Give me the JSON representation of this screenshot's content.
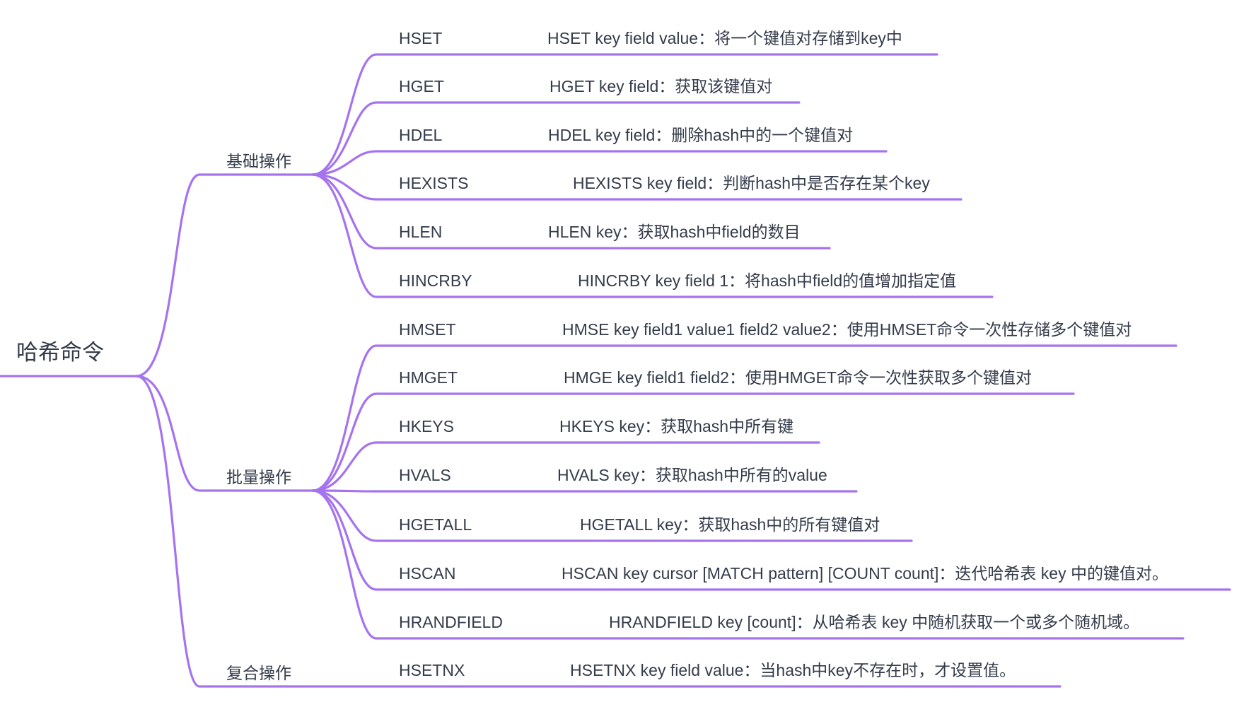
{
  "colors": {
    "line": "#a673ef",
    "text": "#343b4a"
  },
  "root": {
    "label": "哈希命令"
  },
  "branches": [
    {
      "label": "基础操作",
      "leaves": [
        {
          "cmd": "HSET",
          "desc": "HSET key field value：将一个键值对存储到key中"
        },
        {
          "cmd": "HGET",
          "desc": "HGET key field：获取该键值对"
        },
        {
          "cmd": "HDEL",
          "desc": "HDEL key field：删除hash中的一个键值对"
        },
        {
          "cmd": "HEXISTS",
          "desc": "HEXISTS key field：判断hash中是否存在某个key"
        },
        {
          "cmd": "HLEN",
          "desc": "HLEN key：获取hash中field的数目"
        },
        {
          "cmd": "HINCRBY",
          "desc": "HINCRBY key field 1：将hash中field的值增加指定值"
        }
      ]
    },
    {
      "label": "批量操作",
      "leaves": [
        {
          "cmd": "HMSET",
          "desc": "HMSE key field1 value1 field2 value2：使用HMSET命令一次性存储多个键值对"
        },
        {
          "cmd": "HMGET",
          "desc": "HMGE key field1 field2：使用HMGET命令一次性获取多个键值对"
        },
        {
          "cmd": "HKEYS",
          "desc": "HKEYS key：获取hash中所有键"
        },
        {
          "cmd": "HVALS",
          "desc": "HVALS key：获取hash中所有的value"
        },
        {
          "cmd": "HGETALL",
          "desc": "HGETALL key：获取hash中的所有键值对"
        },
        {
          "cmd": "HSCAN",
          "desc": "HSCAN key cursor [MATCH pattern] [COUNT count]：迭代哈希表 key 中的键值对。"
        },
        {
          "cmd": "HRANDFIELD",
          "desc": "HRANDFIELD key [count]：从哈希表 key 中随机获取一个或多个随机域。"
        }
      ]
    },
    {
      "label": "复合操作",
      "leaves": [
        {
          "cmd": "HSETNX",
          "desc": "HSETNX  key field value：当hash中key不存在时，才设置值。"
        }
      ]
    }
  ]
}
